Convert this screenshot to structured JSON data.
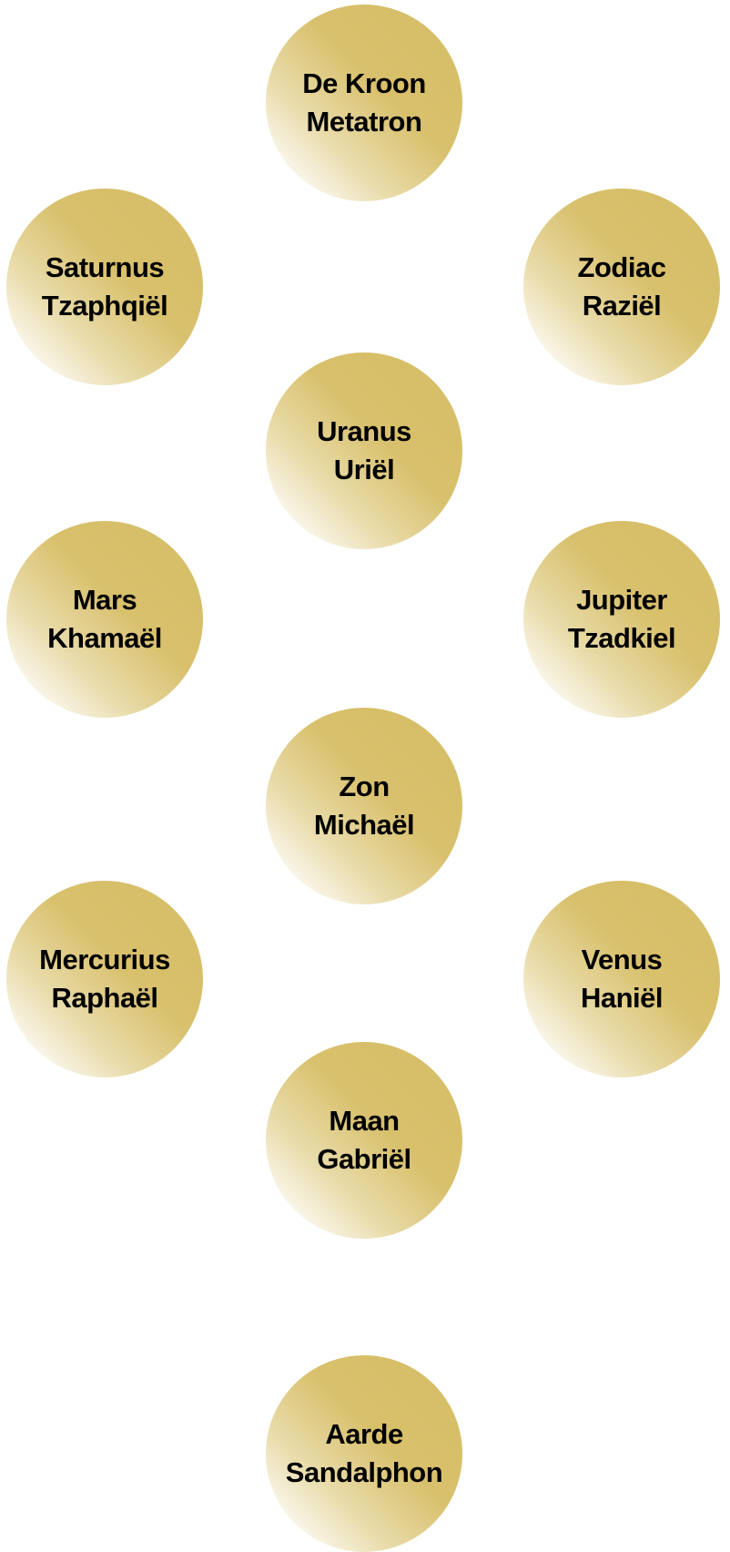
{
  "nodes": [
    {
      "line1": "De Kroon",
      "line2": "Metatron"
    },
    {
      "line1": "Saturnus",
      "line2": "Tzaphqiël"
    },
    {
      "line1": "Zodiac",
      "line2": "Raziël"
    },
    {
      "line1": "Uranus",
      "line2": "Uriël"
    },
    {
      "line1": "Mars",
      "line2": "Khamaël"
    },
    {
      "line1": "Jupiter",
      "line2": "Tzadkiel"
    },
    {
      "line1": "Zon",
      "line2": "Michaël"
    },
    {
      "line1": "Mercurius",
      "line2": "Raphaël"
    },
    {
      "line1": "Venus",
      "line2": "Haniël"
    },
    {
      "line1": "Maan",
      "line2": "Gabriël"
    },
    {
      "line1": "Aarde",
      "line2": "Sandalphon"
    }
  ],
  "colors": {
    "gold": "#d6be68",
    "light": "#ffffff"
  }
}
